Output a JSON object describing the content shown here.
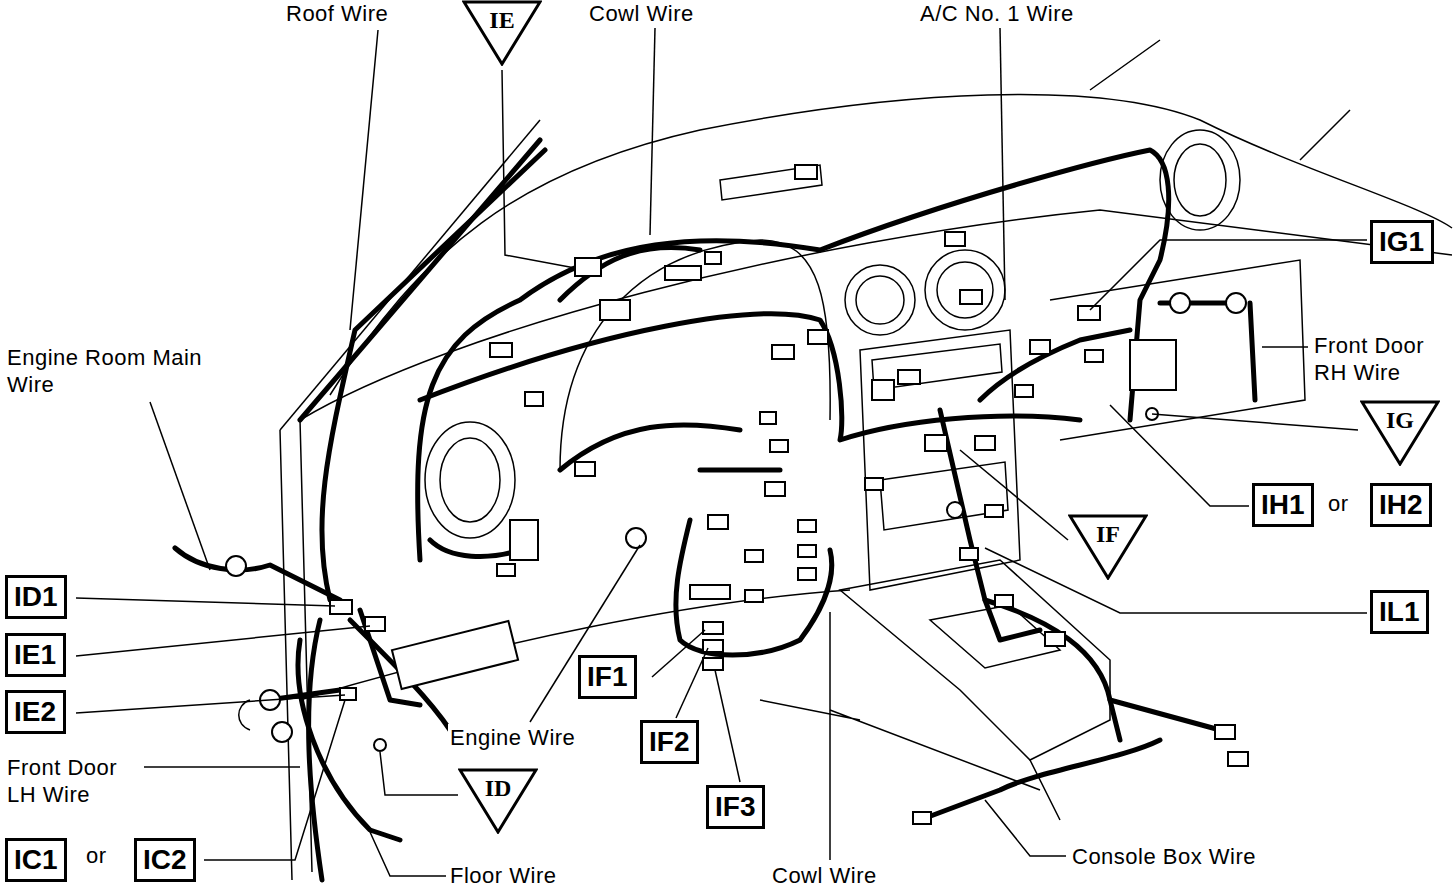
{
  "diagram": {
    "nodes": [
      {
        "text": [
          "IE"
        ]
      },
      {
        "text": [
          "IG1"
        ]
      },
      {
        "text": [
          "IG"
        ]
      },
      {
        "text": [
          "IH1"
        ]
      },
      {
        "text": [
          "IH2"
        ]
      },
      {
        "text": [
          "IF"
        ]
      },
      {
        "text": [
          "ID1"
        ]
      },
      {
        "text": [
          "IL1"
        ]
      },
      {
        "text": [
          "IE1"
        ]
      },
      {
        "text": [
          "IF1"
        ]
      },
      {
        "text": [
          "IE2"
        ]
      },
      {
        "text": [
          "IF2"
        ]
      },
      {
        "text": [
          "ID"
        ]
      },
      {
        "text": [
          "IF3"
        ]
      },
      {
        "text": [
          "IC1"
        ]
      },
      {
        "text": [
          "IC2"
        ]
      }
    ],
    "labels": [
      "Roof Wire",
      "Cowl Wire",
      "A/C No. 1 Wire",
      "Engine Room Main Wire",
      "Front Door RH Wire",
      "or",
      "Engine Wire",
      "Front Door LH Wire",
      "Console Box Wire",
      "or",
      "Floor Wire",
      "Cowl Wire"
    ]
  }
}
